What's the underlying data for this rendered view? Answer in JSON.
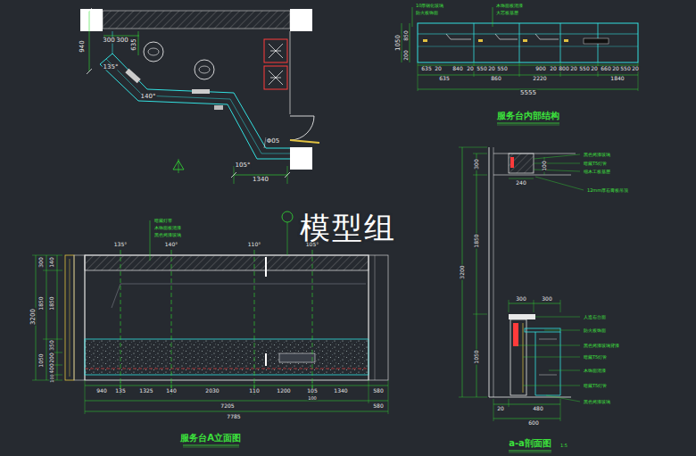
{
  "diagram": {
    "labels": [
      "940",
      "300",
      "300",
      "635",
      "135°",
      "140°",
      "105°",
      "Φ05",
      "1340",
      "10厚钢化玻璃",
      "防火板饰面",
      "木饰面板清漆",
      "大芯板基层",
      "1050",
      "850",
      "200",
      "635",
      "20",
      "840",
      "20",
      "550",
      "20",
      "550",
      "900",
      "20",
      "800",
      "20",
      "550",
      "20",
      "660",
      "20",
      "550",
      "20",
      "635",
      "860",
      "2220",
      "1840",
      "5555",
      "服务台内部结构",
      "3200",
      "300",
      "1850",
      "1050",
      "140",
      "1850",
      "350",
      "200",
      "400",
      "100",
      "暗藏灯带",
      "木饰面板清漆",
      "黑色烤漆玻璃",
      "135°",
      "140°",
      "110°",
      "105°",
      "940",
      "135",
      "1325",
      "140",
      "2030",
      "110",
      "1200",
      "105",
      "1340",
      "580",
      "7205",
      "580",
      "7785",
      "100",
      "服务台A立面图",
      "300",
      "1850",
      "3200",
      "1050",
      "240",
      "100",
      "300",
      "300",
      "20",
      "480",
      "600",
      "a-a剖面图",
      "1:5",
      "黑色烤漆玻璃",
      "暗藏T5灯管",
      "细木工板基层",
      "12mm厚石膏板吊顶",
      "人造石台面",
      "防火板饰面",
      "黑色烤漆玻璃背漆",
      "暗藏T5灯管",
      "木饰面清漆",
      "暗藏T5灯管",
      "黑色烤漆玻璃",
      "模型组"
    ]
  }
}
